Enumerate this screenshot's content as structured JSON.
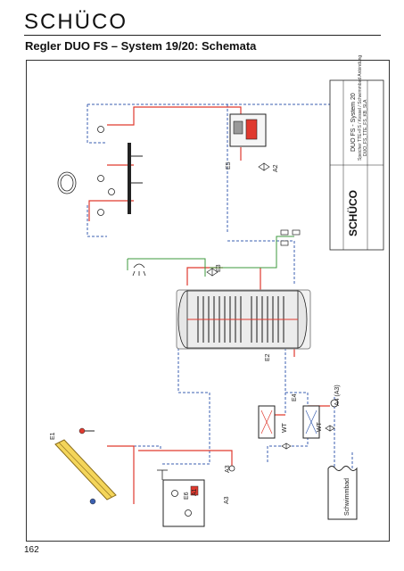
{
  "header": {
    "brand_logo": "SCHÜCO",
    "page_title": "Regler DUO FS – System 19/20: Schemata"
  },
  "footer": {
    "page_number": "162"
  },
  "diagram": {
    "labels": {
      "e1": "E1",
      "e2": "E2",
      "e3": "E3",
      "e4": "E4",
      "e5": "E5",
      "e6": "E6",
      "a1": "A1",
      "a2": "A2",
      "a3": "A3",
      "a3b": "A3",
      "a4": "A4 (A3)",
      "wt1": "WT",
      "wt2": "WT",
      "pool": "Schwimmbad"
    },
    "title_block": {
      "title": "DUO FS - System 20",
      "line1": "Speicher TTE+FS / Kessel / Schwimmbad Anbindung",
      "line2": "DUO_FS_TTE_FS_KB_SLA",
      "brand": "SCHÜCO"
    },
    "colors": {
      "red_line": "#e03a2f",
      "blue_dashed": "#3b5fb0",
      "green_line": "#3c9a3c",
      "dark": "#222222"
    }
  }
}
